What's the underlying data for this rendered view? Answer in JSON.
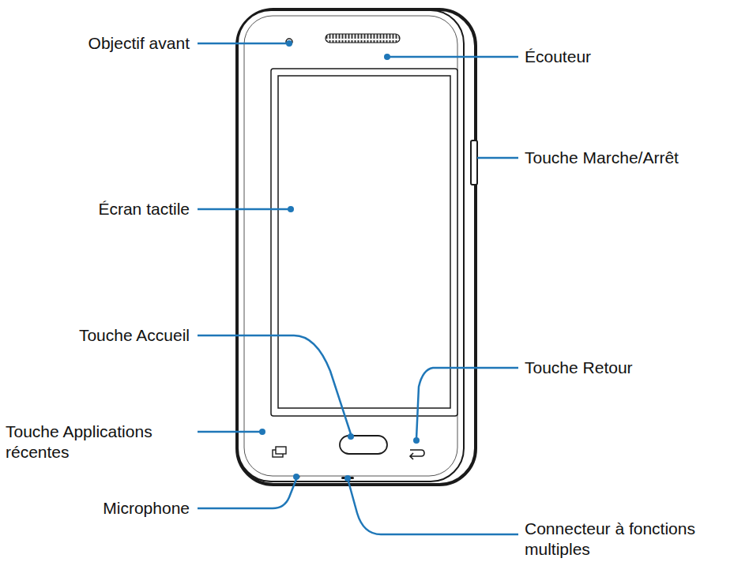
{
  "diagram": {
    "labels": [
      "Objectif avant",
      "Écouteur",
      "Touche Marche/Arrêt",
      "Écran tactile",
      "Touche Accueil",
      "Touche Retour",
      "Touche Applications récentes",
      "Microphone",
      "Connecteur à fonctions multiples"
    ]
  }
}
